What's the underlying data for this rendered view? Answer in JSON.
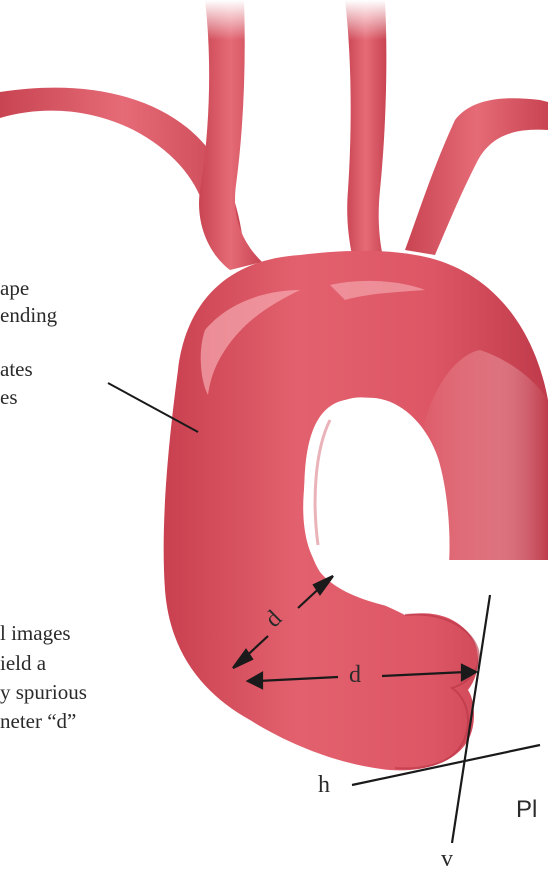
{
  "annotations": {
    "upper_text_lines": [
      "ape",
      "ending",
      "ates",
      "es"
    ],
    "lower_text_lines": [
      "l images",
      "ield a",
      "y spurious",
      "neter “d”"
    ],
    "diameter_symbol": "d",
    "axis_h_label": "h",
    "axis_v_label": "v",
    "plane_label_fragment": "Pl"
  },
  "colors": {
    "vessel": "#dd5a68",
    "vessel_dark": "#b83646",
    "vessel_light": "#f29aa3",
    "ink": "#1a1a1a"
  }
}
